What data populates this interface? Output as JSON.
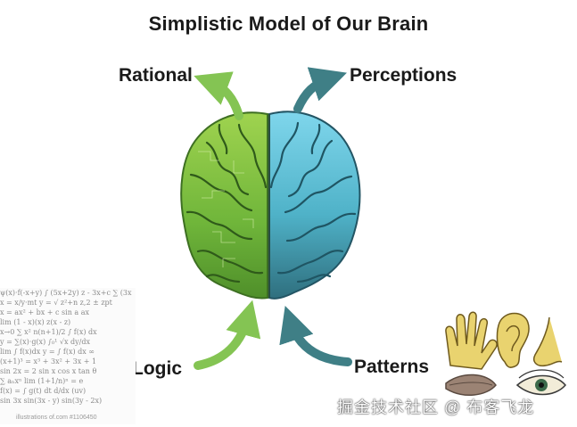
{
  "title": "Simplistic Model of Our Brain",
  "labels": {
    "rational": "Rational",
    "perceptions": "Perceptions",
    "logic": "Logic",
    "patterns": "Patterns"
  },
  "math_panel": {
    "equations": [
      "ψ(x)·f(-x+y) ∫ (5x+2y) z - 3x+c ∑ (3x",
      "x = x/y·mt y = √ z²+n  z,2 ± zpt",
      "x = ax² + bx + c    sin a    ax",
      "lim  (1 - x)(x)    z(x - z)",
      "x→0  ∑ x²  n(n+1)/2  ∫ f(x) dx",
      "y = ∑(x)·g(x)  ∫₀¹ √x  dy/dx",
      "lim ∫ f(x)dx  y = ∫ f(x) dx  ∞",
      "(x+1)³ = x³ + 3x² + 3x + 1",
      "sin 2x = 2 sin x cos x   tan θ",
      "∑ aₙxⁿ  lim (1+1/n)ⁿ = e",
      "f(x) = ∫ g(t) dt  d/dx (uv)",
      "sin 3x  sin(3x - y)  sin(3y - 2x)"
    ],
    "credit": "illustrations of.com   #1106450"
  },
  "watermark": "掘金技术社区 @ 布客飞龙",
  "colors": {
    "left_hemisphere": "#7cc242",
    "right_hemisphere": "#5bbfd6",
    "arrow_green": "#84c453",
    "arrow_teal": "#3f7f86"
  }
}
